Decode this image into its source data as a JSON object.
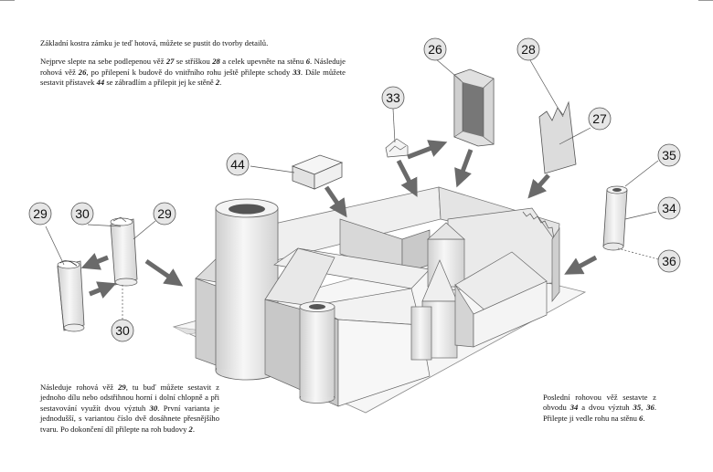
{
  "intro": {
    "line1": "Základní kostra zámku je teď hotová, můžete se pustit do tvorby detailů.",
    "p2_a": "Nejprve slepte na sebe podlepenou věž ",
    "p2_b": "27",
    "p2_c": " se stříškou ",
    "p2_d": "28",
    "p2_e": " a celek upevněte na stěnu ",
    "p2_f": "6",
    "p2_g": ". Následuje rohová věž ",
    "p2_h": "26",
    "p2_i": ", po přilepení k budově do vnitřního rohu ještě přilepte schody ",
    "p2_j": "33",
    "p2_k": ". Dále můžete sestavit přístavek ",
    "p2_l": "44",
    "p2_m": " se zábradlím a přilepit jej ke stěně ",
    "p2_n": "2",
    "p2_o": "."
  },
  "left_text": {
    "a": "Následuje rohová věž ",
    "b": "29",
    "c": ", tu buď můžete sestavit z jednoho dílu nebo odstřihnou horní i dolní chlopně a při sestavování využít dvou výztuh ",
    "d": "30",
    "e": ". První varianta je jednodušší, s variantou číslo dvě dosáhnete přesnějšího tvaru. Po dokončení díl přilepte na roh budovy ",
    "f": "2",
    "g": "."
  },
  "right_text": {
    "a": "Poslední rohovou věž sestavte z obvodu ",
    "b": "34",
    "c": " a dvou výztuh ",
    "d": "35",
    "e": ", ",
    "f": "36",
    "g": ". Přilepte ji vedle rohu na stěnu ",
    "h": "6",
    "i": "."
  },
  "callouts": {
    "c26": "26",
    "c28": "28",
    "c33": "33",
    "c27": "27",
    "c44": "44",
    "c35": "35",
    "c29a": "29",
    "c30a": "30",
    "c29b": "29",
    "c34": "34",
    "c36": "36",
    "c30b": "30"
  },
  "colors": {
    "callout_fill": "#e6e6e6",
    "wall_light": "#f2f2f2",
    "wall_mid": "#dcdcdc",
    "wall_dark": "#b8b8b8",
    "arrow": "#666666"
  }
}
